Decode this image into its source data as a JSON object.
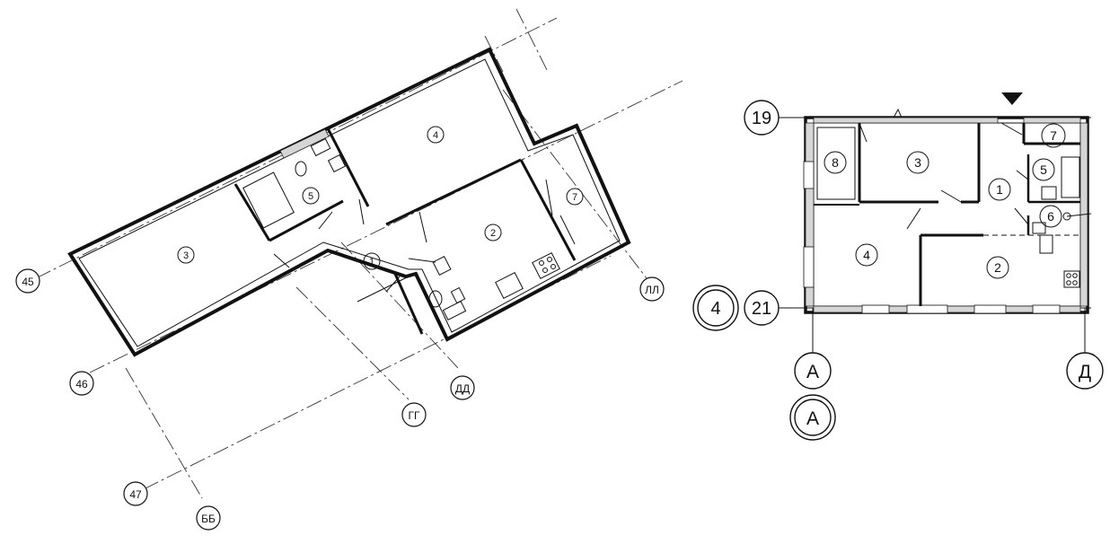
{
  "left_plan": {
    "rooms": [
      "1",
      "2",
      "3",
      "4",
      "5",
      "7"
    ],
    "axes": [
      "45",
      "46",
      "47",
      "ББ",
      "ГГ",
      "ДД",
      "ЛЛ"
    ]
  },
  "right_plan": {
    "rooms": [
      "1",
      "2",
      "3",
      "4",
      "5",
      "6",
      "7",
      "8"
    ],
    "axes": [
      "19",
      "21",
      "А",
      "Д"
    ],
    "section_marks": [
      "4",
      "А"
    ]
  }
}
